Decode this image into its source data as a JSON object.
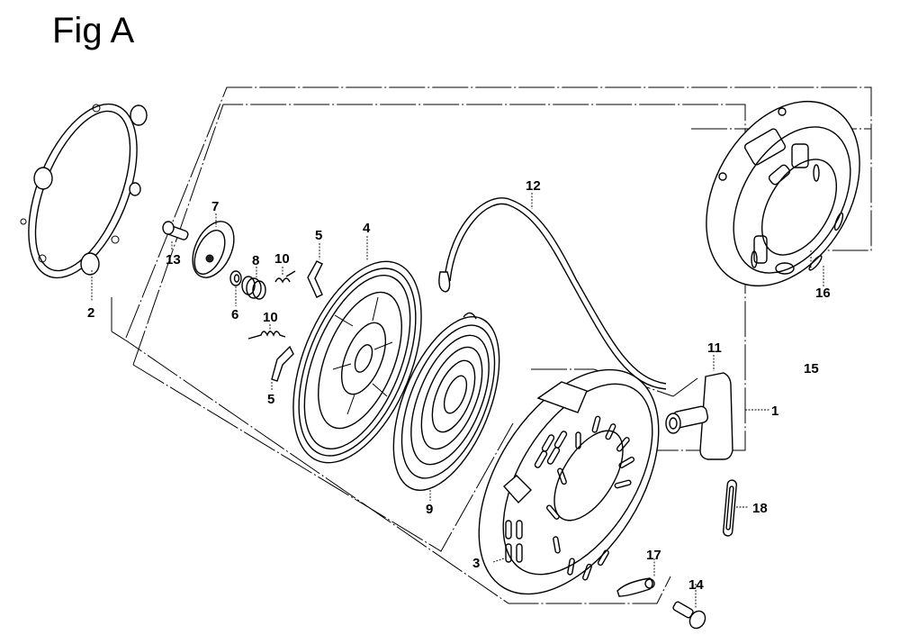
{
  "figure": {
    "title": "Fig A"
  },
  "callouts": [
    {
      "id": "c1",
      "label": "1",
      "part": "recoil-starter-assembly"
    },
    {
      "id": "c2",
      "label": "2",
      "part": "gasket-ring"
    },
    {
      "id": "c3",
      "label": "3",
      "part": "starter-case"
    },
    {
      "id": "c4",
      "label": "4",
      "part": "starter-reel"
    },
    {
      "id": "c5a",
      "label": "5",
      "part": "ratchet-upper"
    },
    {
      "id": "c5b",
      "label": "5",
      "part": "ratchet-lower"
    },
    {
      "id": "c6",
      "label": "6",
      "part": "friction-spring"
    },
    {
      "id": "c7",
      "label": "7",
      "part": "ratchet-guide"
    },
    {
      "id": "c8",
      "label": "8",
      "part": "friction-spring-coil"
    },
    {
      "id": "c9",
      "label": "9",
      "part": "recoil-spring"
    },
    {
      "id": "c10a",
      "label": "10",
      "part": "return-spring-upper"
    },
    {
      "id": "c10b",
      "label": "10",
      "part": "return-spring-lower"
    },
    {
      "id": "c11",
      "label": "11",
      "part": "starter-grip"
    },
    {
      "id": "c12",
      "label": "12",
      "part": "starter-rope"
    },
    {
      "id": "c13",
      "label": "13",
      "part": "setting-bolt"
    },
    {
      "id": "c14",
      "label": "14",
      "part": "flange-bolt"
    },
    {
      "id": "c15",
      "label": "15",
      "part": "starter-cover-assembly"
    },
    {
      "id": "c16",
      "label": "16",
      "part": "starter-cover"
    },
    {
      "id": "c17",
      "label": "17",
      "part": "stay"
    },
    {
      "id": "c18",
      "label": "18",
      "part": "label-plate"
    }
  ]
}
